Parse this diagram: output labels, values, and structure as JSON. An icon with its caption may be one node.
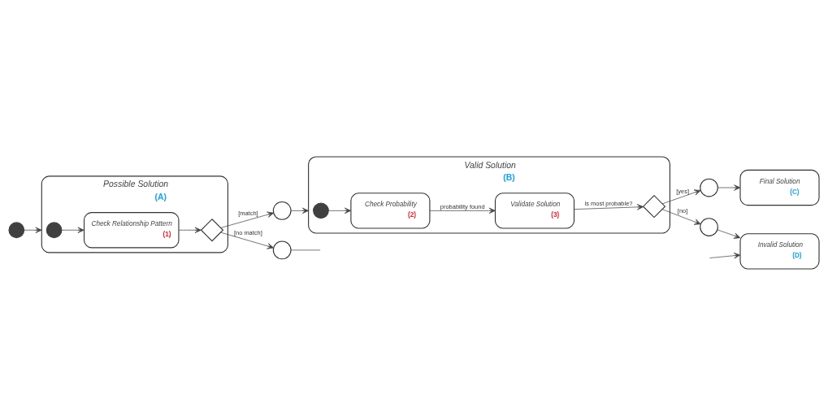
{
  "diagram": {
    "nodes": [
      {
        "text": [],
        "shape": "circle"
      },
      {
        "text": [
          "Possible Solution",
          "(A)"
        ]
      },
      {
        "text": [],
        "shape": "circle",
        "in": 1
      },
      {
        "text": [
          "Check Relationship Pattern",
          "(1)"
        ],
        "in": 1
      },
      {
        "text": [],
        "shape": "diamond",
        "in": 1
      },
      {
        "text": [],
        "shape": "circle"
      },
      {
        "text": [],
        "shape": "circle"
      },
      {
        "text": [
          "Valid Solution",
          "(B)"
        ]
      },
      {
        "text": [],
        "shape": "circle",
        "in": 7
      },
      {
        "text": [
          "Check Probability",
          "(2)"
        ],
        "in": 7
      },
      {
        "text": [
          "Validate Solution",
          "(3)"
        ],
        "in": 7
      },
      {
        "text": [],
        "shape": "diamond",
        "in": 7
      },
      {
        "text": [],
        "shape": "circle"
      },
      {
        "text": [],
        "shape": "circle"
      },
      {
        "text": [
          "Final Solution",
          "(C)"
        ]
      },
      {
        "text": [
          "Invalid Solution",
          "(D)"
        ]
      }
    ],
    "edges": [
      {
        "from": 0,
        "to": 1,
        "arrow": "to"
      },
      {
        "from": 2,
        "to": 3,
        "arrow": "to"
      },
      {
        "from": 3,
        "to": 4,
        "arrow": "to"
      },
      {
        "from": 4,
        "to": 5,
        "arrow": "to",
        "label": "[match]"
      },
      {
        "from": 4,
        "to": 6,
        "arrow": "to",
        "label": "[no match]"
      },
      {
        "from": 6,
        "to": null,
        "arrow": "none"
      },
      {
        "from": 5,
        "to": 7,
        "arrow": "to"
      },
      {
        "from": 8,
        "to": 9,
        "arrow": "to"
      },
      {
        "from": 9,
        "to": 10,
        "arrow": "to",
        "label": "probability found"
      },
      {
        "from": 10,
        "to": 11,
        "arrow": "to",
        "label": "is most probable?"
      },
      {
        "from": 11,
        "to": 12,
        "arrow": "to",
        "label": "[yes]"
      },
      {
        "from": 11,
        "to": 13,
        "arrow": "to",
        "label": "[no]"
      },
      {
        "from": 12,
        "to": 14,
        "arrow": "to"
      },
      {
        "from": 13,
        "to": 15,
        "arrow": "to"
      },
      {
        "from": null,
        "to": 15,
        "arrow": "to"
      }
    ]
  }
}
